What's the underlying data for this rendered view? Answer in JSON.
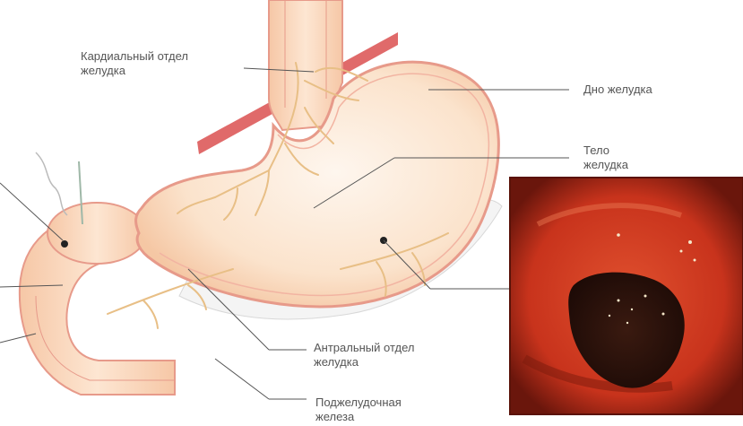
{
  "labels": {
    "cardia": [
      "Кардиальный отдел",
      "желудка"
    ],
    "fundus": [
      "Дно желудка"
    ],
    "body": [
      "Тело",
      "желудка"
    ],
    "antrum": [
      "Антральный отдел",
      "желудка"
    ],
    "pancreas": [
      "Поджелудочная",
      "железа"
    ]
  },
  "colors": {
    "stomach_fill": "#fbe0c6",
    "stomach_outline": "#e79a8a",
    "vessel": "#e8bf86",
    "artery": "#d9534f",
    "leader_line": "#555555",
    "endoscopy_bg": "#c8331c",
    "ulcer": "#2a140c"
  }
}
